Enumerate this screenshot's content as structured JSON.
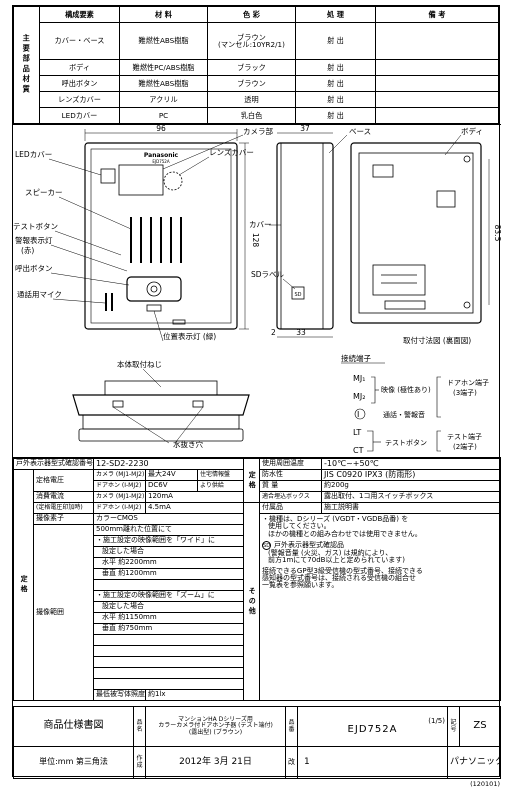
{
  "materials": {
    "side_label": "主要部品材質",
    "headers": [
      "構成要素",
      "材 料",
      "色 彩",
      "処 理",
      "備 考"
    ],
    "rows": [
      {
        "part": "カバー・ベース",
        "material": "難燃性ABS樹脂",
        "color": "ブラウン\n(マンセル:10YR2/1)",
        "process": "射 出",
        "note": ""
      },
      {
        "part": "ボディ",
        "material": "難燃性PC/ABS樹脂",
        "color": "ブラック",
        "process": "射 出",
        "note": ""
      },
      {
        "part": "呼出ボタン",
        "material": "難燃性ABS樹脂",
        "color": "ブラウン",
        "process": "射 出",
        "note": ""
      },
      {
        "part": "レンズカバー",
        "material": "アクリル",
        "color": "透明",
        "process": "射 出",
        "note": ""
      },
      {
        "part": "LEDカバー",
        "material": "PC",
        "color": "乳白色",
        "process": "射 出",
        "note": ""
      }
    ]
  },
  "drawing": {
    "brand": "Panasonic",
    "model_small": "EJD752A",
    "labels": {
      "led_cover": "LEDカバー",
      "speaker": "スピーカー",
      "test_button": "テストボタン",
      "alarm_lamp": "警報表示灯",
      "alarm_lamp_color": "(赤)",
      "call_button": "呼出ボタン",
      "mic": "通話用マイク",
      "camera": "カメラ部",
      "lens_cover": "レンズカバー",
      "position_lamp": "位置表示灯 (緑)",
      "cover": "カバー",
      "sd_label": "SDラベル",
      "base": "ベース",
      "body": "ボディ",
      "mount_screw": "本体取付ねじ",
      "knockout": "水抜き穴",
      "mounting_view": "取付寸法図 (裏面図)",
      "terminals": "接続端子",
      "mj1": "MJ₁",
      "mj2": "MJ₂",
      "video": "映像 (極性あり)",
      "door_terminal": "ドアホン端子",
      "door_terminal_count": "(3端子)",
      "i_symbol": "I",
      "call_alarm": "通話・警報音",
      "lt": "LT",
      "ct": "CT",
      "test_button2": "テストボタン",
      "test_terminal": "テスト端子",
      "test_terminal_count": "(2端子)",
      "sd_mark": "SD"
    },
    "dims": {
      "width": "96",
      "height": "128",
      "depth": "37",
      "d_2": "2",
      "d_33": "33",
      "d_83_5": "83.5"
    }
  },
  "spec": {
    "side_label_left": "定格",
    "side_label_right": "その他",
    "side_label_right_top": "定格",
    "rows": {
      "model_confirm": {
        "label": "戸外表示器型式確認番号",
        "value": "12-SD2-2230"
      },
      "rated_voltage": {
        "label": "定格電圧",
        "r1a": "カメラ (MJ1-MJ2)",
        "r1b": "最大24V",
        "r1c": "住宅情報盤",
        "r2a": "ドアホン (I-MJ2)",
        "r2b": "DC6V",
        "r2c": "より供給"
      },
      "current": {
        "label": "消費電流",
        "label2": "(定格電圧印加時)",
        "r1a": "カメラ (MJ1-MJ2)",
        "r1b": "120mA",
        "r2a": "ドアホン (I-MJ2)",
        "r2b": "4.5mA"
      },
      "sensor": {
        "label": "撮像素子",
        "value": "カラーCMOS"
      },
      "range": {
        "label": "撮像範囲",
        "lines": [
          "500mm離れた位置にて",
          "・施工設定の映像範囲を「ワイド」に",
          "設定した場合",
          "水平 約2200mm",
          "垂直 約1200mm",
          "",
          "・施工設定の映像範囲を「ズーム」に",
          "設定した場合",
          "水平 約1150mm",
          "垂直 約750mm"
        ]
      },
      "min_lux": {
        "label": "最低被写体照度",
        "value": "約1lx"
      },
      "temp": {
        "label": "使用周囲温度",
        "value": "-10℃~+50℃"
      },
      "waterproof": {
        "label": "防水性",
        "value": "JIS C0920 IPX3 (防雨形)"
      },
      "mass": {
        "label": "質 量",
        "value": "約200g"
      },
      "box": {
        "label": "適合埋込ボックス",
        "value": "露出取付、1コ用スイッチボックス"
      },
      "accessory": {
        "label": "付属品",
        "value": "施工説明書"
      },
      "notes": [
        "・機種は、Dシリーズ (VGDT・VGDB品番) を",
        "使用してください。",
        "ほかの機種との組み合わせでは使用できません。",
        "戸外表示器型式確認品",
        "(警報音量 (火災、ガス) は規約により、",
        "前方1mにて70dB以上と定められています)",
        "接続できるGP型3級受信機の型式番号、接続できる",
        "感知器の型式番号は、接続される受信機の組合せ",
        "一覧表を参照願います。"
      ]
    }
  },
  "title_block": {
    "doc_type": "商品仕様書図",
    "name_label": "品名",
    "name_lines": [
      "マンションHA Dシリーズ用",
      "カラーカメラ付ドアホン子器 (テスト端付)",
      "(露出型) (ブラウン)"
    ],
    "number_label": "品番",
    "page": "(1/5)",
    "model": "EJD752A",
    "mark_label": "記号",
    "mark": "ZS",
    "unit": "単位:mm 第三角法",
    "made_label": "作成",
    "date": "2012年 3月 21日",
    "rev_label": "改",
    "rev": "1",
    "company": "パナソニック株式会社"
  },
  "doc_code": "(120101)"
}
